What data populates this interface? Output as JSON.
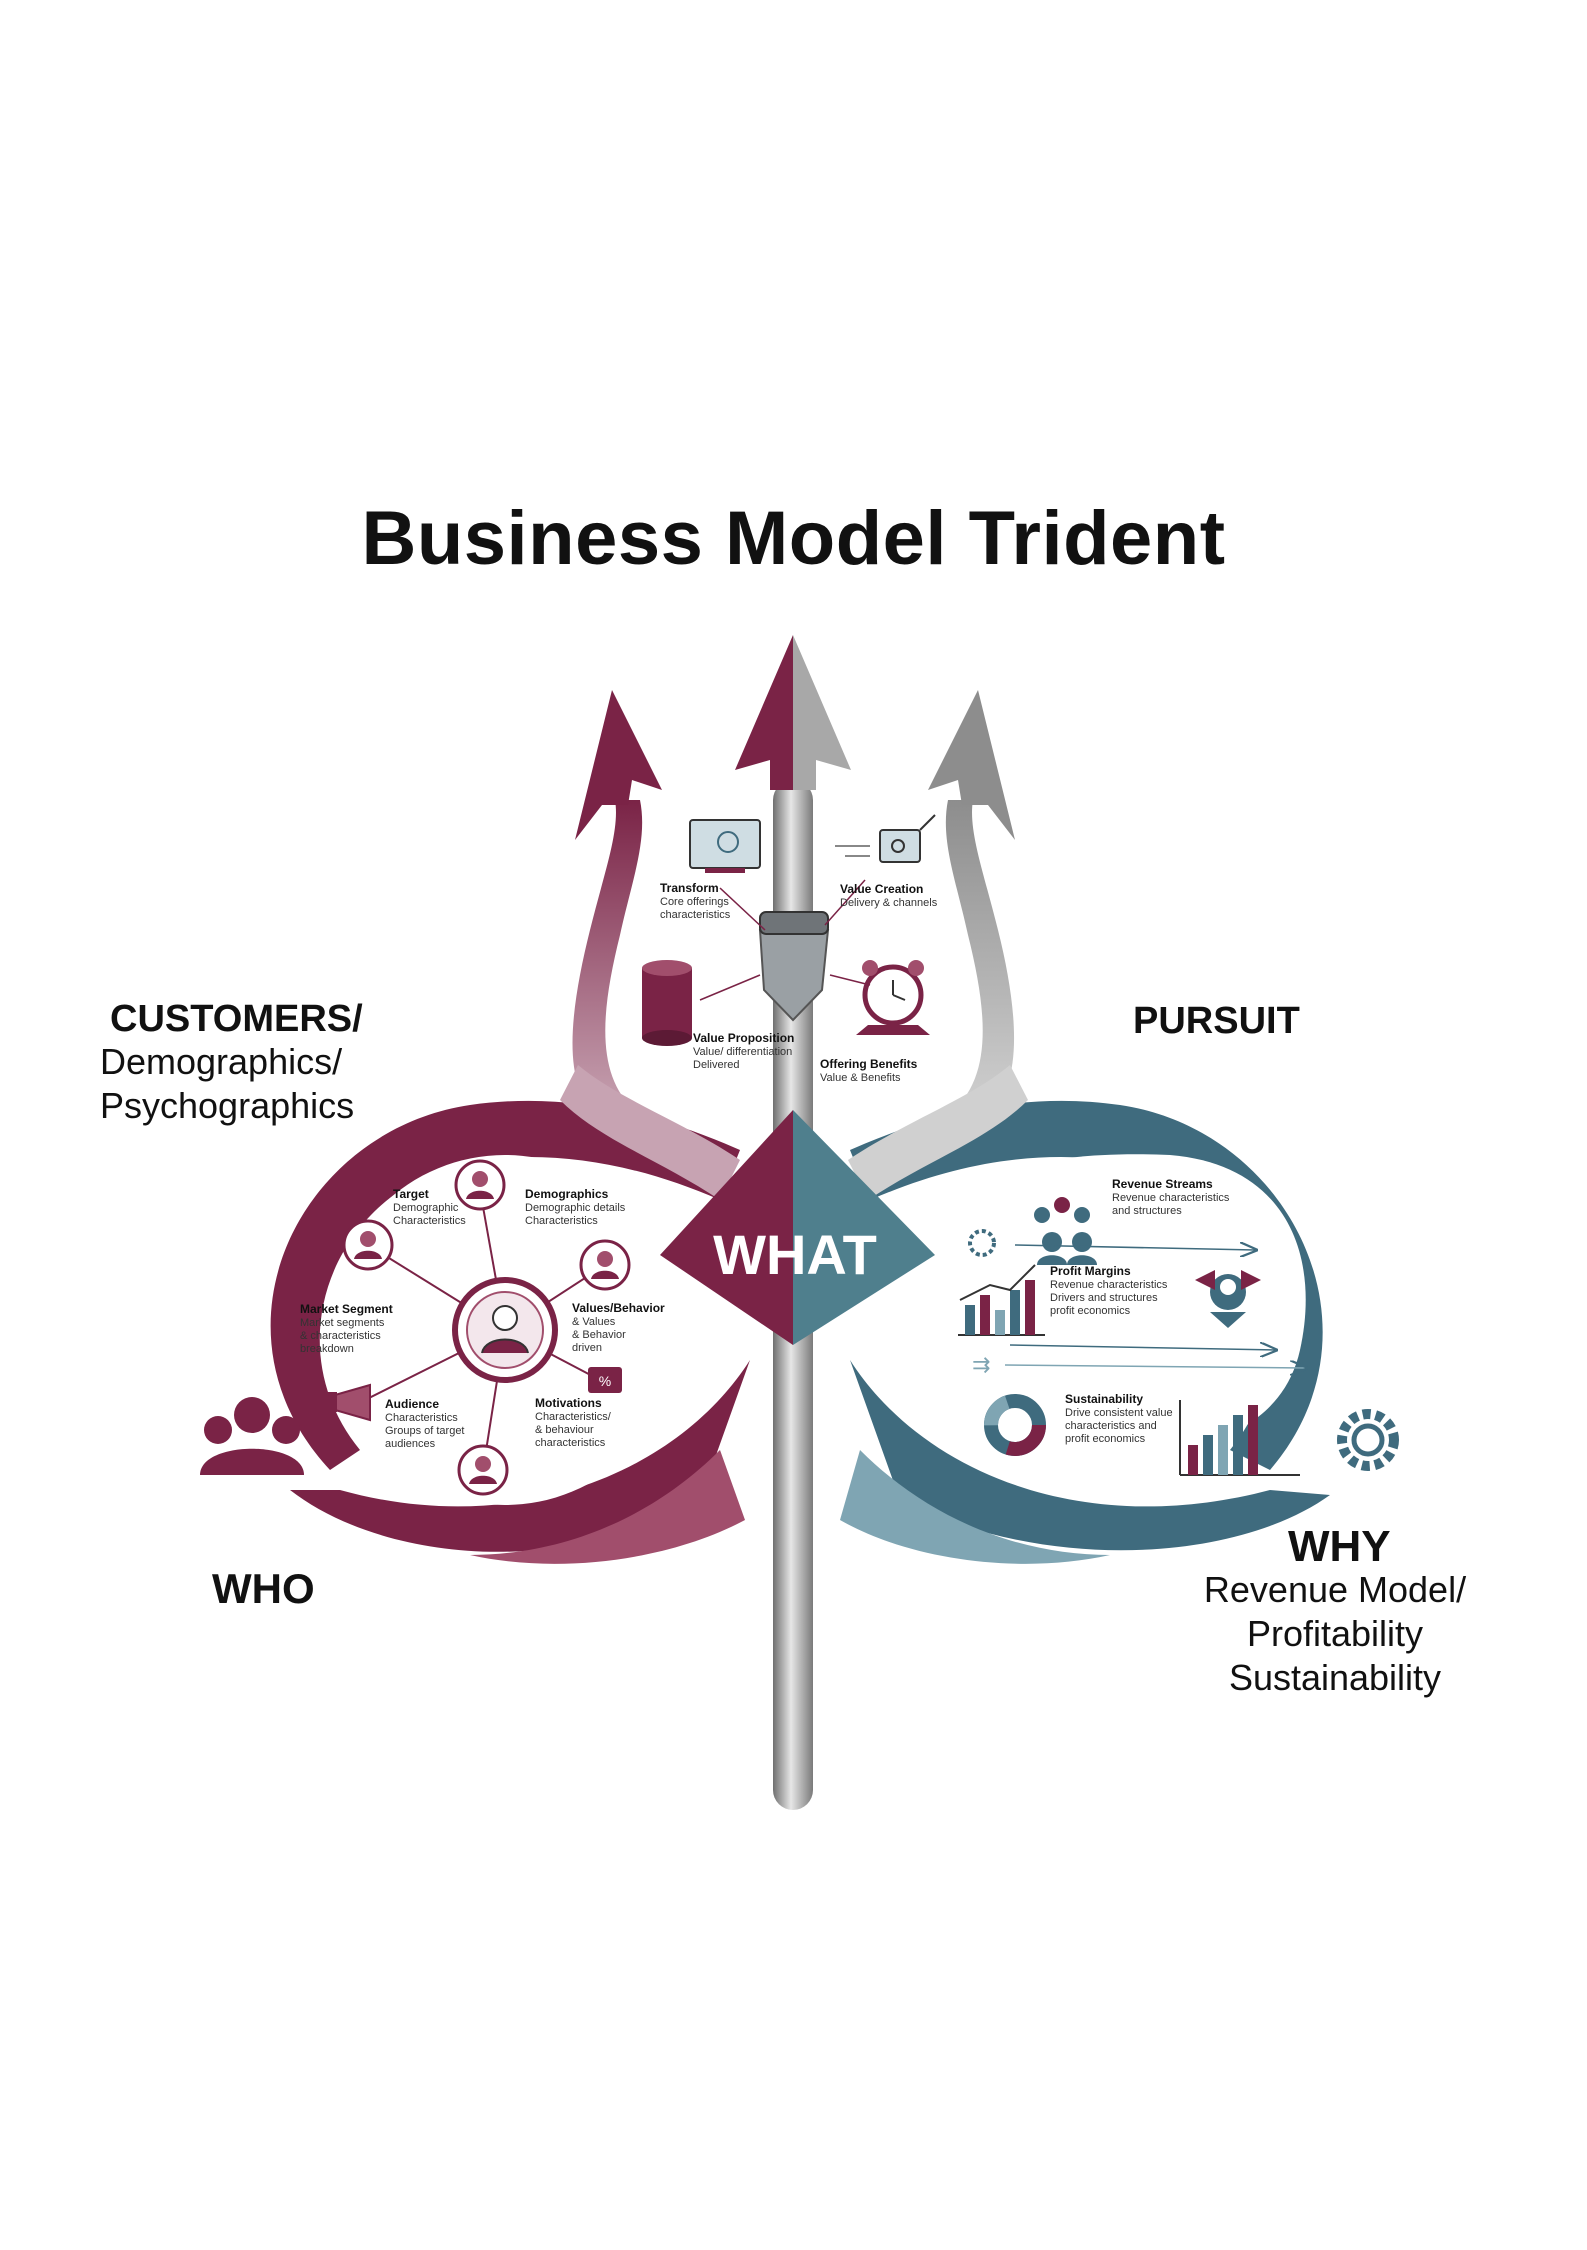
{
  "title": "Business Model Trident",
  "who": {
    "heading": "WHO",
    "label_head": "CUSTOMERS/",
    "label_lines": [
      "Demographics/",
      "Psychographics"
    ],
    "nodes": [
      {
        "title": "Target",
        "lines": [
          "Demographic",
          "Characteristics"
        ]
      },
      {
        "title": "Demographics",
        "lines": [
          "Demographic details",
          "Characteristics"
        ]
      },
      {
        "title": "Market Segment",
        "lines": [
          "Market segments",
          "& characteristics",
          "breakdown"
        ]
      },
      {
        "title": "Values/Behavior",
        "lines": [
          "& Values",
          "& Behavior",
          "driven"
        ]
      },
      {
        "title": "Audience",
        "lines": [
          "Characteristics",
          "Groups of target",
          "audiences"
        ]
      },
      {
        "title": "Motivations",
        "lines": [
          "Characteristics/",
          "& behaviour",
          "characteristics"
        ]
      }
    ],
    "badge": "%"
  },
  "what": {
    "heading": "WHAT",
    "items": [
      {
        "title": "Transform",
        "lines": [
          "Core offerings",
          "characteristics"
        ]
      },
      {
        "title": "Value Creation",
        "lines": [
          "Delivery & channels"
        ]
      },
      {
        "title": "Value Proposition",
        "lines": [
          "Value/ differentiation",
          "Delivered"
        ]
      },
      {
        "title": "Offering Benefits",
        "lines": [
          "Value & Benefits"
        ]
      }
    ]
  },
  "why": {
    "heading": "WHY",
    "label_head": "PURSUIT",
    "label_lines": [
      "Revenue Model/",
      "Profitability",
      "Sustainability"
    ],
    "items": [
      {
        "title": "Revenue Streams",
        "lines": [
          "Revenue characteristics",
          "and structures"
        ]
      },
      {
        "title": "Profit Margins",
        "lines": [
          "Revenue characteristics",
          "Drivers and structures",
          "profit economics"
        ]
      },
      {
        "title": "Sustainability",
        "lines": [
          "Drive consistent value",
          "characteristics and",
          "profit economics"
        ]
      }
    ]
  },
  "colors": {
    "who_primary": "#7a2346",
    "who_light": "#a14e6c",
    "why_primary": "#3f6b7e",
    "why_light": "#7fa5b3",
    "shaft": "#9a9a9a"
  }
}
